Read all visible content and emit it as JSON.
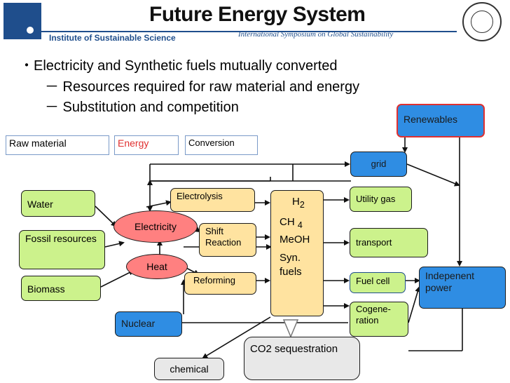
{
  "header": {
    "title": "Future Energy System",
    "institute": "Institute of Sustainable Science",
    "symposium": "International Symposium on Global Sustainability"
  },
  "bullets": {
    "main": "・Electricity and Synthetic fuels mutually converted",
    "sub1": "－  Resources required for raw material and energy",
    "sub2": "－  Substitution and competition"
  },
  "legend": {
    "raw_material": "Raw material",
    "energy": "Energy",
    "conversion": "Conversion"
  },
  "nodes": {
    "water": "Water",
    "fossil": "Fossil resources",
    "biomass": "Biomass",
    "electricity": "Electricity",
    "heat": "Heat",
    "nuclear": "Nuclear",
    "electrolysis": "Electrolysis",
    "shift_reaction": "Shift Reaction",
    "reforming": "Reforming",
    "fuels": {
      "h2": "H",
      "h2_sub": "2",
      "ch4": "CH",
      "ch4_sub": "4",
      "meoh": "MeOH",
      "syn": "Syn.",
      "fuels": "fuels"
    },
    "renewables": "Renewables",
    "grid": "grid",
    "utility_gas": "Utility gas",
    "transport": "transport",
    "fuel_cell": "Fuel cell",
    "independent_power": "Indepenent power",
    "cogeneration": "Cogene-ration",
    "co2": "CO2 sequestration",
    "chemical": "chemical"
  },
  "colors": {
    "brand_blue": "#1f4e8c",
    "electricity_red": "#ff8080",
    "green": "#ccf28c",
    "yellow": "#ffe3a0",
    "blue": "#2f8de3",
    "renewables_border": "#e03030"
  }
}
